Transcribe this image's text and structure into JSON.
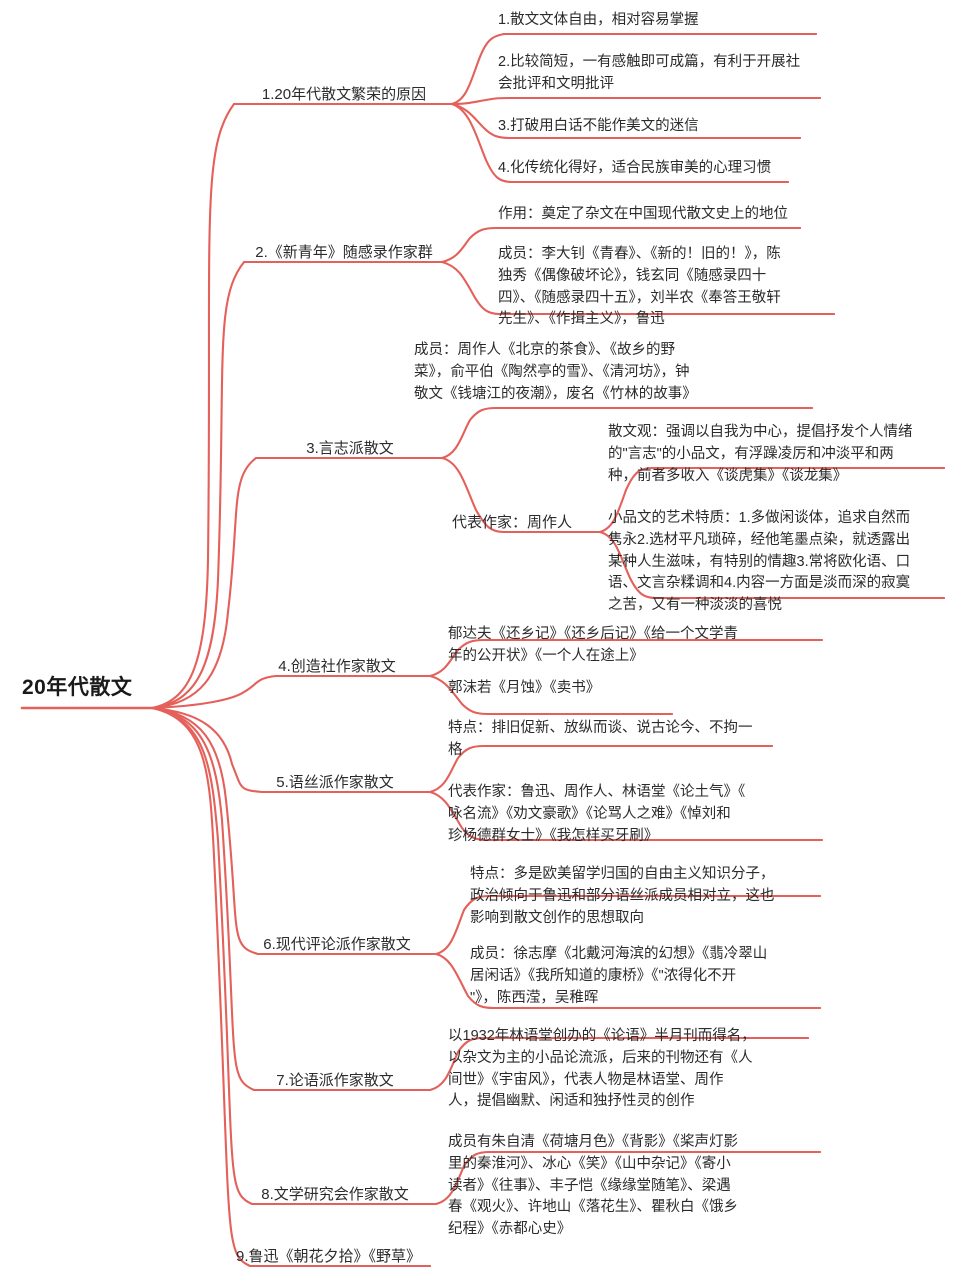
{
  "diagram": {
    "type": "mind-map",
    "root": "20年代散文",
    "line_color": "#e4605a",
    "line_color_light": "#e98a83",
    "text_color": "#2b2b2b",
    "background": "#ffffff"
  },
  "branches": [
    {
      "label": "1.20年代散文繁荣的原因",
      "leaves": [
        "1.散文文体自由，相对容易掌握",
        "2.比较简短，一有感触即可成篇，有利于开展社\n会批评和文明批评",
        "3.打破用白话不能作美文的迷信",
        "4.化传统化得好，适合民族审美的心理习惯"
      ]
    },
    {
      "label": "2.《新青年》随感录作家群",
      "leaves": [
        "作用：奠定了杂文在中国现代散文史上的地位",
        "成员：李大钊《青春》、《新的！旧的！》，陈\n独秀《偶像破坏论》，钱玄同《随感录四十\n四》、《随感录四十五》，刘半农《奉答王敬轩\n先生》、《作揖主义》，鲁迅"
      ]
    },
    {
      "label": "3.言志派散文",
      "leaves": [
        "成员：周作人《北京的茶食》、《故乡的野\n菜》，俞平伯《陶然亭的雪》、《清河坊》，钟\n敬文《钱塘江的夜潮》，废名《竹林的故事》"
      ],
      "sub": {
        "label": "代表作家：周作人",
        "leaves": [
          "散文观：强调以自我为中心，提倡抒发个人情绪\n的\"言志\"的小品文，有浮躁凌厉和冲淡平和两\n种，前者多收入《谈虎集》《谈龙集》",
          "小品文的艺术特质：1.多做闲谈体，追求自然而\n隽永2.选材平凡琐碎，经他笔墨点染，就透露出\n某种人生滋味，有特别的情趣3.常将欧化语、口\n语、文言杂糅调和4.内容一方面是淡而深的寂寞\n之苦，又有一种淡淡的喜悦"
        ]
      }
    },
    {
      "label": "4.创造社作家散文",
      "leaves": [
        "郁达夫《还乡记》《还乡后记》《给一个文学青\n年的公开状》《一个人在途上》",
        "郭沫若《月蚀》《卖书》"
      ]
    },
    {
      "label": "5.语丝派作家散文",
      "leaves": [
        "特点：排旧促新、放纵而谈、说古论今、不拘一\n格",
        "代表作家：鲁迅、周作人、林语堂《论土气》《\n咏名流》《劝文豪歌》《论骂人之难》《悼刘和\n珍杨德群女士》《我怎样买牙刷》"
      ]
    },
    {
      "label": "6.现代评论派作家散文",
      "leaves": [
        "特点：多是欧美留学归国的自由主义知识分子，\n政治倾向于鲁迅和部分语丝派成员相对立，这也\n影响到散文创作的思想取向",
        "成员：徐志摩《北戴河海滨的幻想》《翡冷翠山\n居闲话》《我所知道的康桥》《\"浓得化不开\n\"》，陈西滢，吴稚晖"
      ]
    },
    {
      "label": "7.论语派作家散文",
      "leaves": [
        "以1932年林语堂创办的《论语》半月刊而得名，\n以杂文为主的小品论流派，后来的刊物还有《人\n间世》《宇宙风》，代表人物是林语堂、周作\n人，提倡幽默、闲适和独抒性灵的创作"
      ]
    },
    {
      "label": "8.文学研究会作家散文",
      "leaves": [
        "成员有朱自清《荷塘月色》《背影》《桨声灯影\n里的秦淮河》、冰心《笑》《山中杂记》《寄小\n读者》《往事》、丰子恺《缘缘堂随笔》、梁遇\n春《观火》、许地山《落花生》、瞿秋白《饿乡\n纪程》《赤都心史》"
      ]
    },
    {
      "label": "9.鲁迅《朝花夕拾》《野草》",
      "leaves": []
    }
  ]
}
